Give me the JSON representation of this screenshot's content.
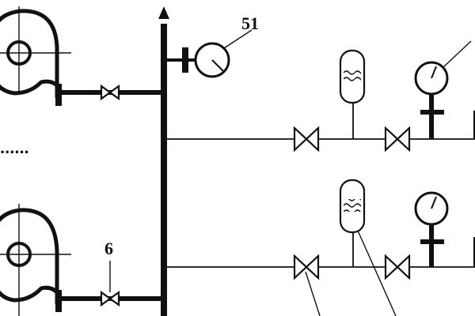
{
  "diagram": {
    "labels": {
      "pressure_gauge_main": "51",
      "valve_lower_blower": "6"
    },
    "ellipsis": "......",
    "components": [
      "blower-upper",
      "blower-lower",
      "main-header-pipe",
      "pressure-gauge-main",
      "valve-upper-blower",
      "valve-lower-blower",
      "branch-upper",
      "branch-lower",
      "tank-upper",
      "tank-lower",
      "gauge-upper-right",
      "gauge-lower-right"
    ],
    "colors": {
      "line": "#111111",
      "background": "#ffffff"
    }
  }
}
